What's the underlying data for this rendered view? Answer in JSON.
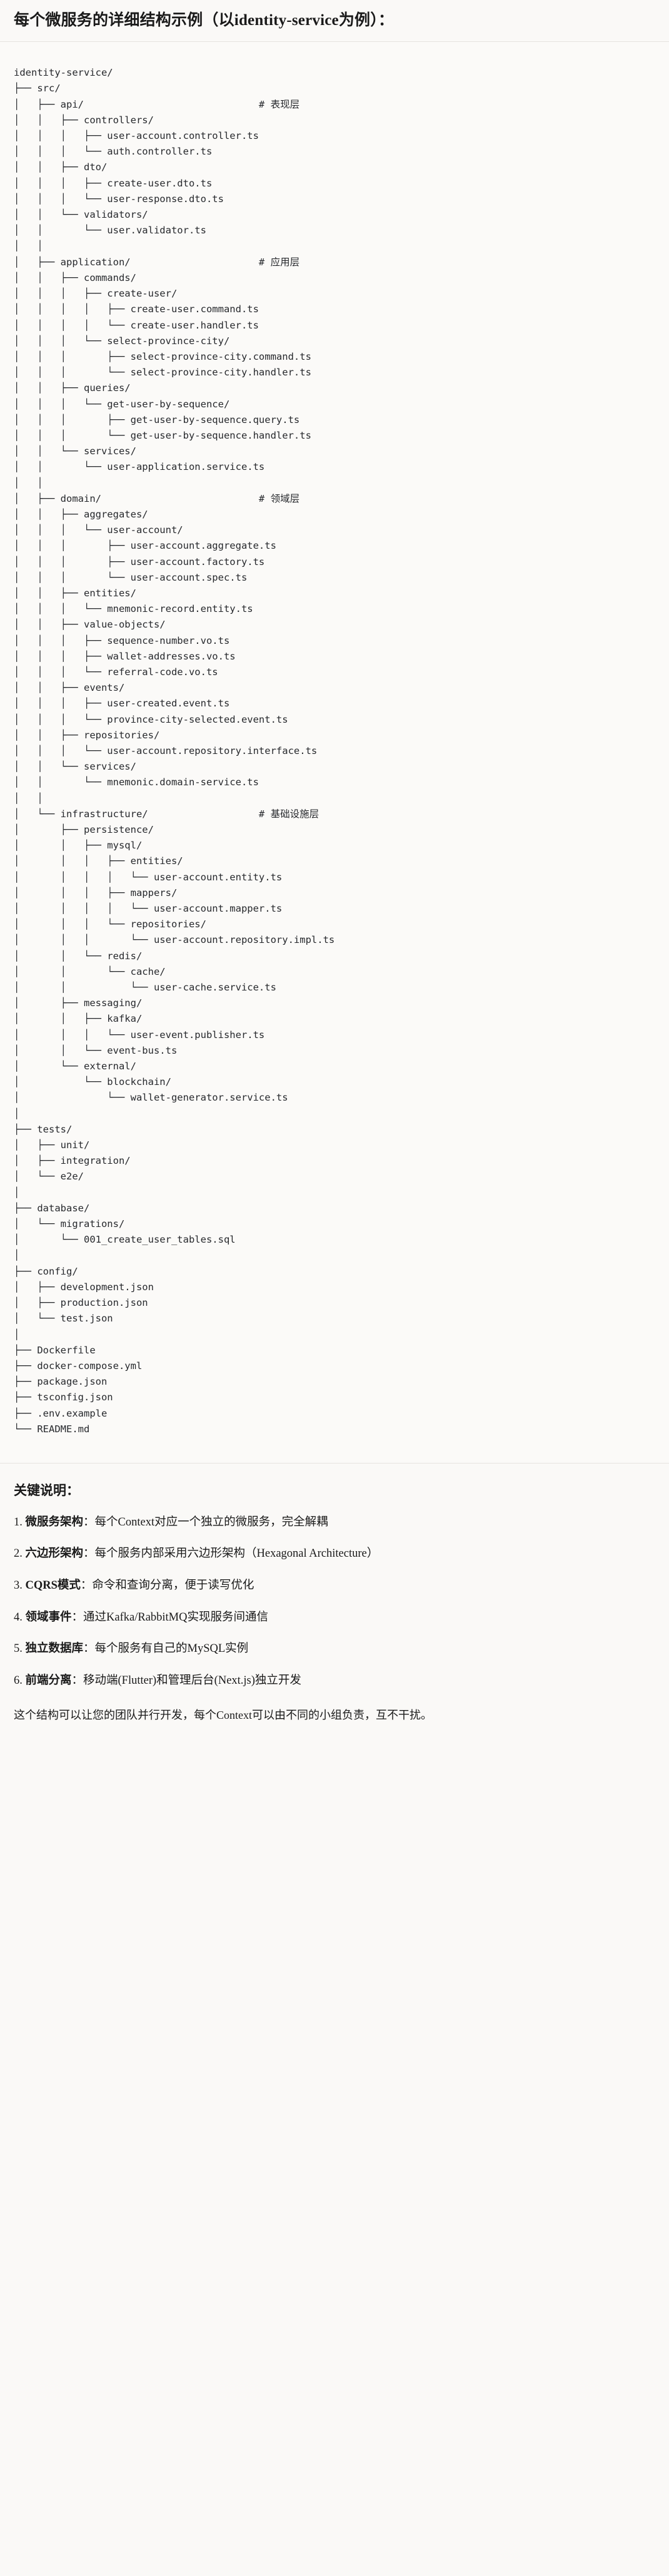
{
  "heading": "每个微服务的详细结构示例（以identity-service为例）：",
  "tree": {
    "lines": [
      "identity-service/",
      "├── src/",
      "│   ├── api/                              # 表现层",
      "│   │   ├── controllers/",
      "│   │   │   ├── user-account.controller.ts",
      "│   │   │   └── auth.controller.ts",
      "│   │   ├── dto/",
      "│   │   │   ├── create-user.dto.ts",
      "│   │   │   └── user-response.dto.ts",
      "│   │   └── validators/",
      "│   │       └── user.validator.ts",
      "│   │",
      "│   ├── application/                      # 应用层",
      "│   │   ├── commands/",
      "│   │   │   ├── create-user/",
      "│   │   │   │   ├── create-user.command.ts",
      "│   │   │   │   └── create-user.handler.ts",
      "│   │   │   └── select-province-city/",
      "│   │   │       ├── select-province-city.command.ts",
      "│   │   │       └── select-province-city.handler.ts",
      "│   │   ├── queries/",
      "│   │   │   └── get-user-by-sequence/",
      "│   │   │       ├── get-user-by-sequence.query.ts",
      "│   │   │       └── get-user-by-sequence.handler.ts",
      "│   │   └── services/",
      "│   │       └── user-application.service.ts",
      "│   │",
      "│   ├── domain/                           # 领域层",
      "│   │   ├── aggregates/",
      "│   │   │   └── user-account/",
      "│   │   │       ├── user-account.aggregate.ts",
      "│   │   │       ├── user-account.factory.ts",
      "│   │   │       └── user-account.spec.ts",
      "│   │   ├── entities/",
      "│   │   │   └── mnemonic-record.entity.ts",
      "│   │   ├── value-objects/",
      "│   │   │   ├── sequence-number.vo.ts",
      "│   │   │   ├── wallet-addresses.vo.ts",
      "│   │   │   └── referral-code.vo.ts",
      "│   │   ├── events/",
      "│   │   │   ├── user-created.event.ts",
      "│   │   │   └── province-city-selected.event.ts",
      "│   │   ├── repositories/",
      "│   │   │   └── user-account.repository.interface.ts",
      "│   │   └── services/",
      "│   │       └── mnemonic.domain-service.ts",
      "│   │",
      "│   └── infrastructure/                   # 基础设施层",
      "│       ├── persistence/",
      "│       │   ├── mysql/",
      "│       │   │   ├── entities/",
      "│       │   │   │   └── user-account.entity.ts",
      "│       │   │   ├── mappers/",
      "│       │   │   │   └── user-account.mapper.ts",
      "│       │   │   └── repositories/",
      "│       │   │       └── user-account.repository.impl.ts",
      "│       │   └── redis/",
      "│       │       └── cache/",
      "│       │           └── user-cache.service.ts",
      "│       ├── messaging/",
      "│       │   ├── kafka/",
      "│       │   │   └── user-event.publisher.ts",
      "│       │   └── event-bus.ts",
      "│       └── external/",
      "│           └── blockchain/",
      "│               └── wallet-generator.service.ts",
      "│",
      "├── tests/",
      "│   ├── unit/",
      "│   ├── integration/",
      "│   └── e2e/",
      "│",
      "├── database/",
      "│   └── migrations/",
      "│       └── 001_create_user_tables.sql",
      "│",
      "├── config/",
      "│   ├── development.json",
      "│   ├── production.json",
      "│   └── test.json",
      "│",
      "├── Dockerfile",
      "├── docker-compose.yml",
      "├── package.json",
      "├── tsconfig.json",
      "├── .env.example",
      "└── README.md"
    ]
  },
  "notes": {
    "title": "关键说明：",
    "items": [
      {
        "num": "1.",
        "term": "微服务架构",
        "body": "：每个Context对应一个独立的微服务，完全解耦"
      },
      {
        "num": "2.",
        "term": "六边形架构",
        "body": "：每个服务内部采用六边形架构（Hexagonal Architecture）"
      },
      {
        "num": "3.",
        "term": "CQRS模式",
        "body": "：命令和查询分离，便于读写优化"
      },
      {
        "num": "4.",
        "term": "领域事件",
        "body": "：通过Kafka/RabbitMQ实现服务间通信"
      },
      {
        "num": "5.",
        "term": "独立数据库",
        "body": "：每个服务有自己的MySQL实例"
      },
      {
        "num": "6.",
        "term": "前端分离",
        "body": "：移动端(Flutter)和管理后台(Next.js)独立开发"
      }
    ],
    "closing": "这个结构可以让您的团队并行开发，每个Context可以由不同的小组负责，互不干扰。"
  }
}
